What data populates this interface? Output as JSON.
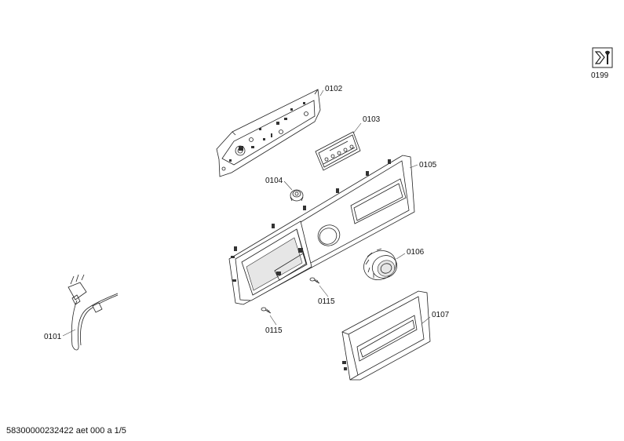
{
  "parts": [
    {
      "id": "p0102",
      "label": "0102"
    },
    {
      "id": "p0103",
      "label": "0103"
    },
    {
      "id": "p0104",
      "label": "0104"
    },
    {
      "id": "p0105",
      "label": "0105"
    },
    {
      "id": "p0106",
      "label": "0106"
    },
    {
      "id": "p0107",
      "label": "0107"
    },
    {
      "id": "p0101",
      "label": "0101"
    },
    {
      "id": "p0115a",
      "label": "0115"
    },
    {
      "id": "p0115b",
      "label": "0115"
    },
    {
      "id": "p0199",
      "label": "0199"
    }
  ],
  "footer": {
    "text": "58300000232422 aet 000 a 1/5"
  }
}
